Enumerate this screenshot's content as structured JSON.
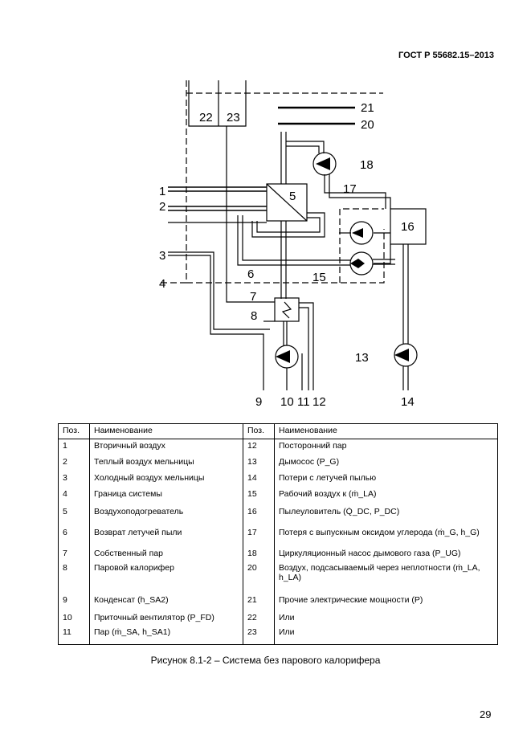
{
  "header": {
    "standard": "ГОСТ Р 55682.15–2013"
  },
  "diagram_labels": [
    "1",
    "2",
    "3",
    "4",
    "5",
    "6",
    "7",
    "8",
    "9",
    "10",
    "11",
    "12",
    "13",
    "14",
    "15",
    "16",
    "17",
    "18",
    "20",
    "21",
    "22",
    "23"
  ],
  "table": {
    "col_pos": "Поз.",
    "col_name": "Наименование",
    "rows": [
      {
        "n1": "1",
        "t1": "Вторичный воздух",
        "n2": "12",
        "t2": "Посторонний пар"
      },
      {
        "n1": "2",
        "t1": "Теплый воздух мельницы",
        "n2": "13",
        "t2": "Дымосос (P_G)"
      },
      {
        "n1": "3",
        "t1": "Холодный воздух мельницы",
        "n2": "14",
        "t2": "Потери с летучей пылью"
      },
      {
        "n1": "4",
        "t1": "Граница системы",
        "n2": "15",
        "t2": "Рабочий воздух к (ṁ_LA)"
      },
      {
        "n1": "5",
        "t1": "Воздухоподогреватель",
        "n2": "16",
        "t2": "Пылеуловитель (Q̇_DC, P_DC)"
      },
      {
        "n1": "6",
        "t1": "Возврат летучей пыли",
        "n2": "17",
        "t2": "Потеря с выпускным оксидом углерода (ṁ_G, h_G)"
      },
      {
        "n1": "7",
        "t1": "Собственный пар",
        "n2": "18",
        "t2": "Циркуляционный насос дымового газа (P_UG)"
      },
      {
        "n1": "8",
        "t1": "Паровой калорифер",
        "n2": "20",
        "t2": "Воздух, подсасываемый через неплотности (ṁ_LA, h_LA)"
      },
      {
        "n1": "9",
        "t1": "Конденсат (h_SA2)",
        "n2": "21",
        "t2": "Прочие электрические мощности (P)"
      },
      {
        "n1": "10",
        "t1": "Приточный вентилятор (P_FD)",
        "n2": "22",
        "t2": "Или"
      },
      {
        "n1": "11",
        "t1": "Пар (ṁ_SA, h_SA1)",
        "n2": "23",
        "t2": "Или"
      }
    ]
  },
  "caption": "Рисунок 8.1-2 – Система без парового калорифера",
  "page_number": "29"
}
